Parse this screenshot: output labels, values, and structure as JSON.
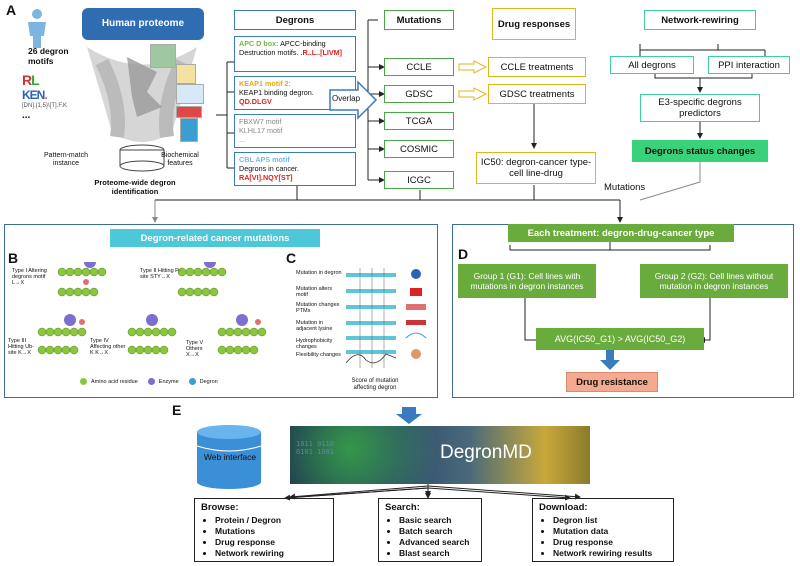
{
  "panel_a": {
    "letter": "A",
    "human_proteome": "Human proteome",
    "motif_count": "26 degron motifs",
    "motif_seq": "[DN].{1,5}\\[T].F.K",
    "pattern_match": "Pattern-match instance",
    "biochemical": "Biochemical features",
    "identification": "Proteome-wide degron identification",
    "degrons_title": "Degrons",
    "apc_title": "APC D box:",
    "apc_desc": "APCC-binding Destruction motifs.",
    "apc_motif": ".R..L..[LIVM]",
    "keap_title": "KEAP1 motif 2:",
    "keap_desc": "KEAP1 binding degron.",
    "keap_motif": "QD.DLGV",
    "fbxw_title": "FBXW7 motif",
    "klhl_title": "KLHL17 motif",
    "ellipsis": "...",
    "cbl_title": "CBL APS motif",
    "cbl_desc": "Degrons in cancer.",
    "cbl_motif": "RA[VI].NQY[ST]",
    "overlap": "Overlap",
    "mutations_title": "Mutations",
    "mutation_sources": [
      "CCLE",
      "GDSC",
      "TCGA",
      "COSMIC",
      "ICGC"
    ],
    "drug_title": "Drug responses",
    "ccle_treat": "CCLE treatments",
    "gdsc_treat": "GDSC treatments",
    "ic50": "IC50: degron-cancer type-cell line-drug",
    "mutations_label": "Mutations",
    "network_title": "Network-rewiring",
    "all_degrons": "All degrons",
    "ppi": "PPI interaction",
    "e3": "E3-specific degrons predictors",
    "status": "Degrons status changes"
  },
  "panel_b": {
    "letter": "B",
    "banner": "Degron-related cancer mutations",
    "type1": "Type I Altering degrons motif L→X",
    "type2": "Type II Hitting P-site STY→X",
    "type3": "Type III Hitting Ub-site K→X",
    "type4": "Type IV Affecting other K K→X",
    "type5": "Type V Others X→X",
    "legend_aa": "Amino acid residue",
    "legend_enzyme": "Enzyme",
    "legend_degron": "Degron"
  },
  "panel_c": {
    "letter": "C",
    "rows": [
      "Mutation in degron",
      "Mutation alters motif",
      "Mutation changes PTMs",
      "Mutation in adjacent lysine",
      "Hydrophobicity changes",
      "Flexibility changes"
    ],
    "score": "Score of mutation affecting degron"
  },
  "panel_d": {
    "letter": "D",
    "banner": "Each treatment: degron-drug-cancer type",
    "g1": "Group 1 (G1): Cell lines with mutations in degron instances",
    "g2": "Group 2 (G2): Cell lines without mutation in degron instances",
    "avg": "AVG(IC50_G1) > AVG(IC50_G2)",
    "resistance": "Drug resistance"
  },
  "panel_e": {
    "letter": "E",
    "web": "Web interface",
    "banner": "DegronMD",
    "browse_title": "Browse:",
    "browse_items": [
      "Protein / Degron",
      "Mutations",
      "Drug response",
      "Network rewiring"
    ],
    "search_title": "Search:",
    "search_items": [
      "Basic search",
      "Batch search",
      "Advanced search",
      "Blast search"
    ],
    "download_title": "Download:",
    "download_items": [
      "Degron list",
      "Mutation data",
      "Drug response",
      "Network rewiring results"
    ]
  },
  "colors": {
    "blue": "#3a7bbf",
    "green": "#4aa84a",
    "gold": "#e5b31b",
    "teal": "#3ecf9a",
    "banner_teal": "#4cc8d8",
    "banner_green": "#6aab3e",
    "salmon": "#f5a98e"
  }
}
